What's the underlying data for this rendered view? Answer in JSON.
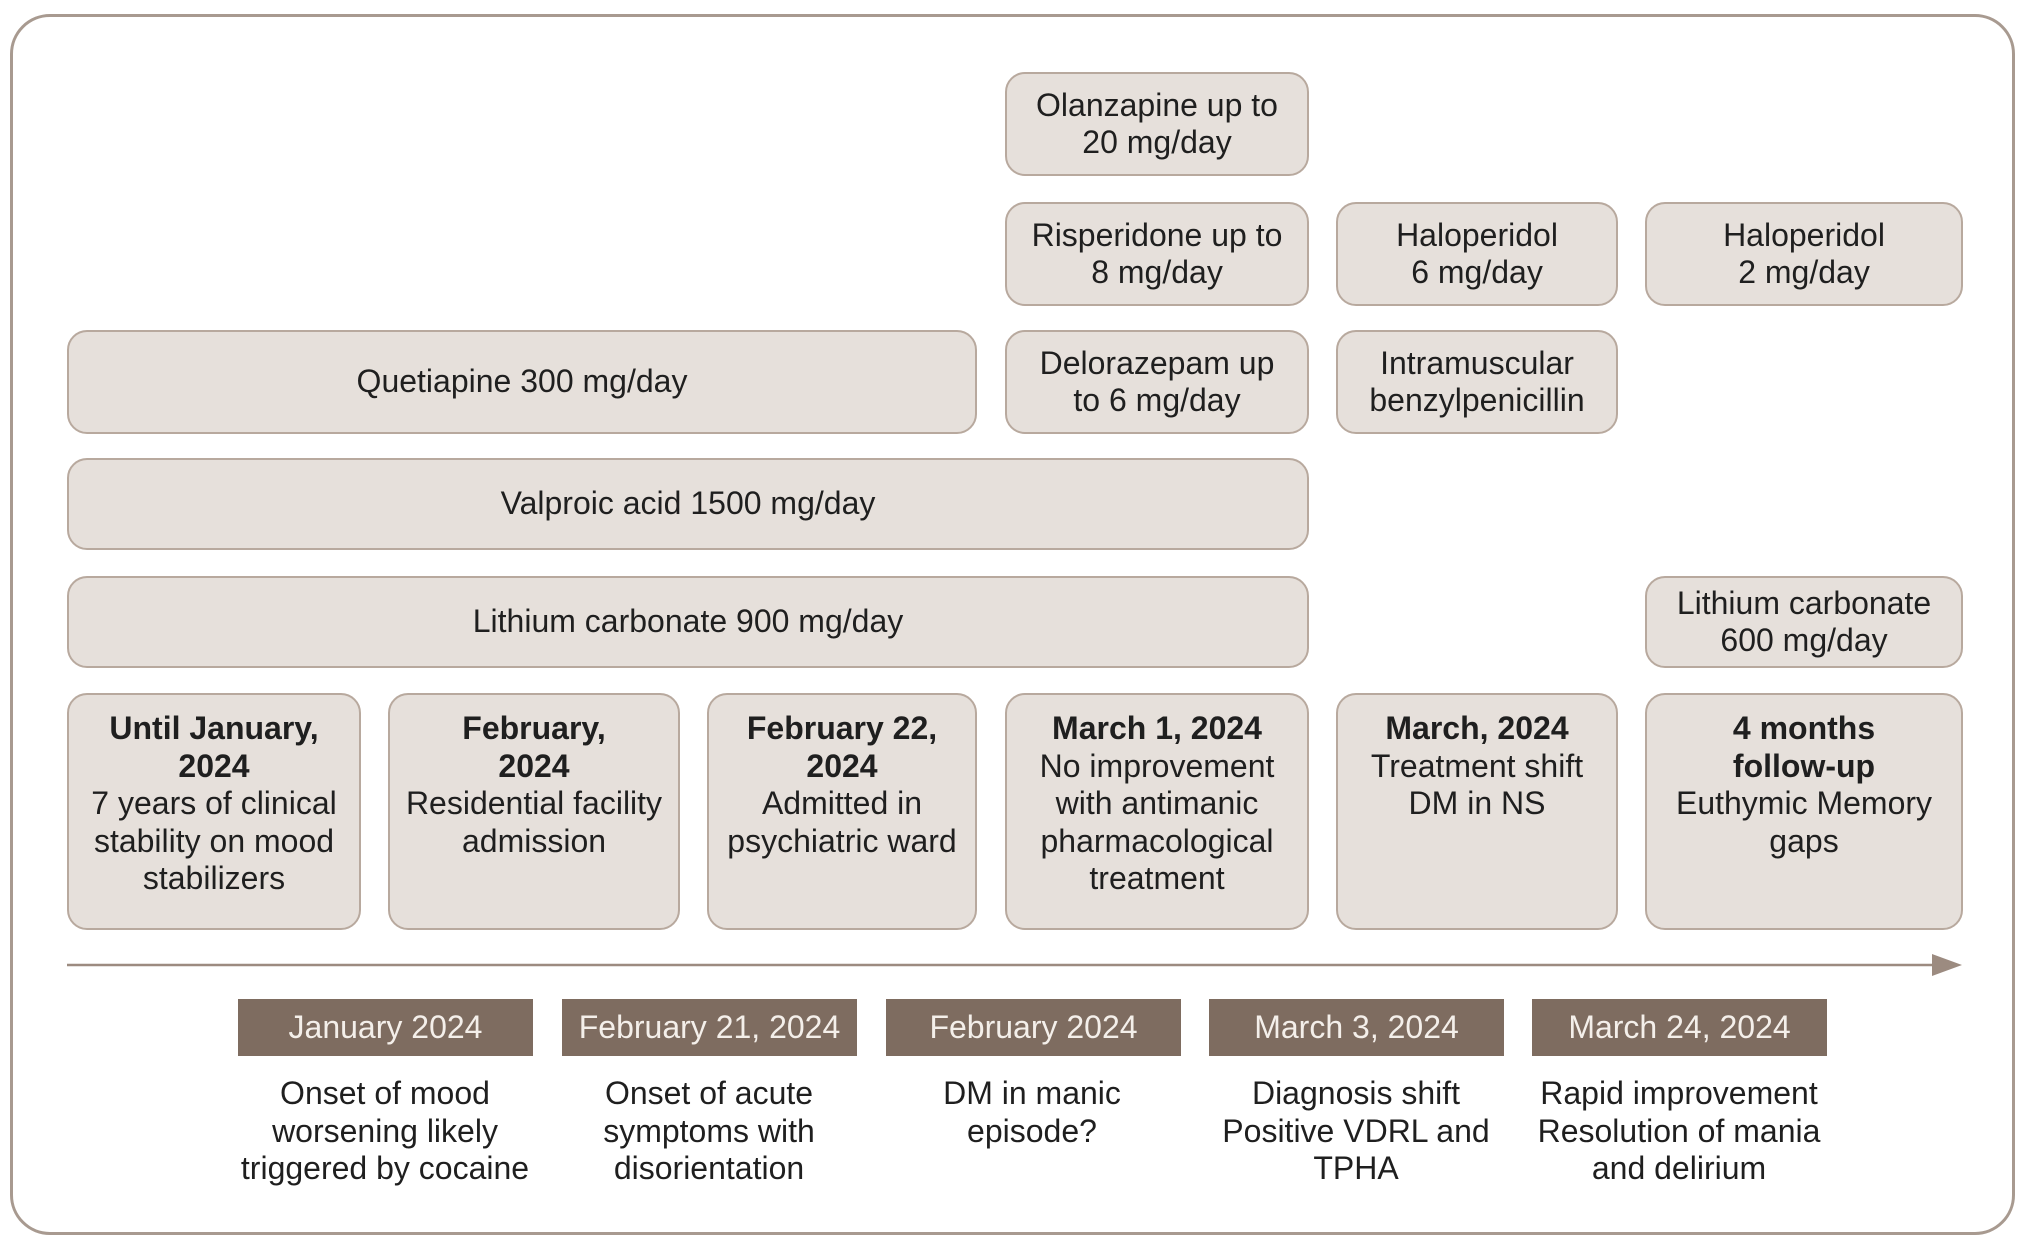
{
  "colors": {
    "box_fill": "#e6e0db",
    "box_border": "#b8a99e",
    "frame_border": "#a89a90",
    "date_fill": "#7e6c60",
    "date_text": "#f4efea",
    "text": "#1f1f1f",
    "arrow": "#9c8b80"
  },
  "treatments": {
    "olanzapine": {
      "lines": [
        "Olanzapine up to",
        "20 mg/day"
      ]
    },
    "risperidone": {
      "lines": [
        "Risperidone up to",
        "8 mg/day"
      ]
    },
    "haloperidol_6": {
      "lines": [
        "Haloperidol",
        "6 mg/day"
      ]
    },
    "haloperidol_2": {
      "lines": [
        "Haloperidol",
        "2 mg/day"
      ]
    },
    "quetiapine": {
      "lines": [
        "Quetiapine 300 mg/day"
      ]
    },
    "delorazepam": {
      "lines": [
        "Delorazepam up",
        "to 6 mg/day"
      ]
    },
    "benzylpenicillin": {
      "lines": [
        "Intramuscular",
        "benzylpenicillin"
      ]
    },
    "valproic_acid": {
      "lines": [
        "Valproic acid 1500 mg/day"
      ]
    },
    "lithium_900": {
      "lines": [
        "Lithium carbonate 900 mg/day"
      ]
    },
    "lithium_600": {
      "lines": [
        "Lithium carbonate",
        "600 mg/day"
      ]
    }
  },
  "phases": [
    {
      "title": [
        "Until January,",
        "2024"
      ],
      "body": [
        "7 years of clinical",
        "stability on mood",
        "stabilizers"
      ]
    },
    {
      "title": [
        "February,",
        "2024"
      ],
      "body": [
        "Residential facility",
        "admission"
      ]
    },
    {
      "title": [
        "February 22,",
        "2024"
      ],
      "body": [
        "Admitted in",
        "psychiatric ward"
      ]
    },
    {
      "title": [
        "March 1, 2024"
      ],
      "body": [
        "No improvement",
        "with antimanic",
        "pharmacological",
        "treatment"
      ]
    },
    {
      "title": [
        "March, 2024"
      ],
      "body": [
        "Treatment shift",
        "DM in NS"
      ]
    },
    {
      "title": [
        "4 months",
        "follow-up"
      ],
      "body": [
        "Euthymic Memory",
        "gaps"
      ]
    }
  ],
  "milestones": [
    {
      "date": "January 2024",
      "description": [
        "Onset of mood",
        "worsening likely",
        "triggered by cocaine"
      ]
    },
    {
      "date": "February 21, 2024",
      "description": [
        "Onset of acute",
        "symptoms with",
        "disorientation"
      ]
    },
    {
      "date": "February 2024",
      "description": [
        "DM in manic",
        "episode?"
      ]
    },
    {
      "date": "March 3, 2024",
      "description": [
        "Diagnosis shift",
        "Positive VDRL and",
        "TPHA"
      ]
    },
    {
      "date": "March 24, 2024",
      "description": [
        "Rapid improvement",
        "Resolution of mania",
        "and delirium"
      ]
    }
  ]
}
